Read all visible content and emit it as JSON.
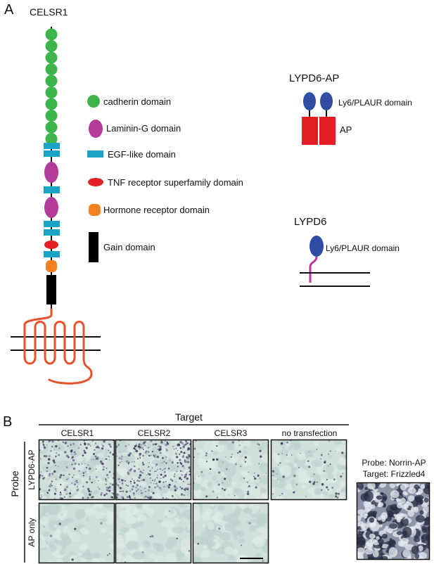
{
  "panel_a": {
    "letter": "A",
    "protein_name": "CELSR1",
    "legend": [
      {
        "shape": "cadherin",
        "label": "cadherin domain",
        "color": "#3db54a"
      },
      {
        "shape": "laminin",
        "label": "Laminin-G domain",
        "color": "#b33c9b"
      },
      {
        "shape": "egf",
        "label": "EGF-like domain",
        "color": "#1aa5c6"
      },
      {
        "shape": "tnf",
        "label": "TNF receptor superfamily domain",
        "color": "#e31e25"
      },
      {
        "shape": "hormone",
        "label": "Hormone receptor domain",
        "color": "#f5821f"
      },
      {
        "shape": "gain",
        "label": "Gain domain",
        "color": "#000000"
      }
    ],
    "lypd6_ap": {
      "title": "LYPD6-AP",
      "domain_label": "Ly6/PLAUR domain",
      "ap_label": "AP",
      "ly6_color": "#2f4ea3",
      "ap_color": "#e31e25"
    },
    "lypd6": {
      "title": "LYPD6",
      "domain_label": "Ly6/PLAUR domain",
      "ly6_color": "#2f4ea3",
      "anchor_color": "#b33c9b"
    },
    "membrane_color": "#e8522a"
  },
  "panel_b": {
    "letter": "B",
    "target_title": "Target",
    "columns": [
      "CELSR1",
      "CELSR2",
      "CELSR3",
      "no transfection"
    ],
    "probe_title": "Probe",
    "rows": [
      "LYPD6-AP",
      "AP only"
    ],
    "stain_level": [
      [
        0.55,
        0.8,
        0.15,
        0.15
      ],
      [
        0.02,
        0.02,
        0.02
      ]
    ],
    "control": {
      "probe_line": "Probe: Norrin-AP",
      "target_line": "Target: Frizzled4",
      "stain_level": 1.0
    }
  }
}
